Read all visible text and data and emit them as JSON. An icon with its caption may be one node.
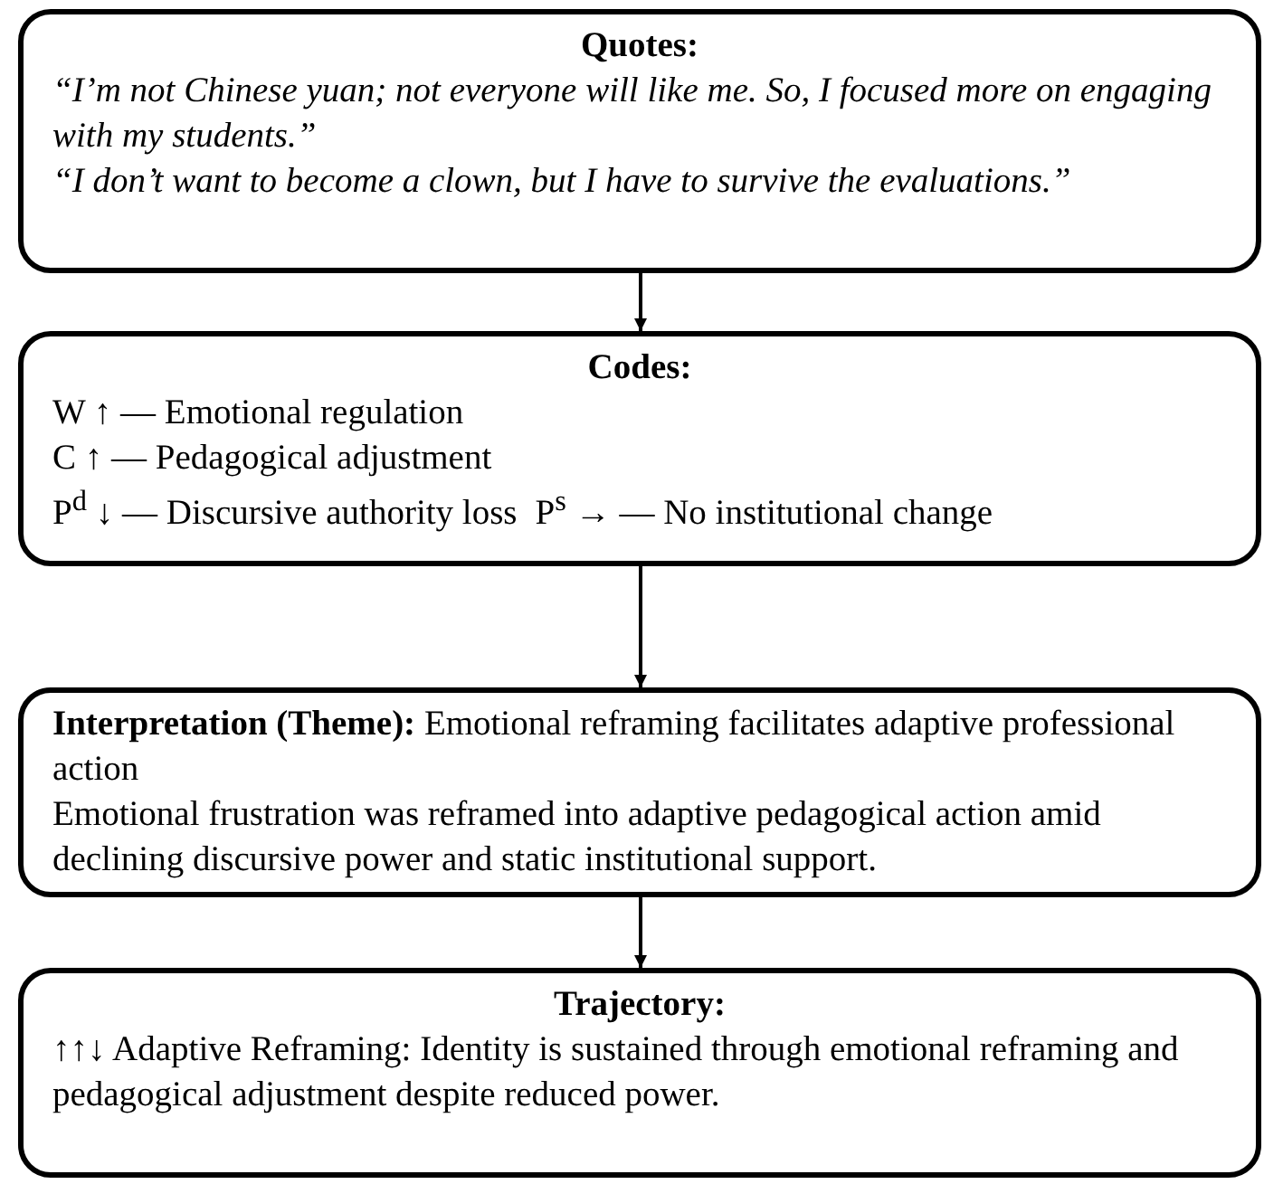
{
  "diagram": {
    "nodes": [
      {
        "text": [
          "Quotes:",
          "“I’m not Chinese yuan; not everyone will like me. So, I focused more on engaging with my students.”",
          "“I don’t want to become a clown, but I have to survive the evaluations.”"
        ]
      },
      {
        "text": [
          "Codes:",
          "W ↑ — Emotional regulation",
          "C ↑ — Pedagogical adjustment",
          "P$^{d}$ ↓ — Discursive authority loss",
          "P$^{s}$ → — No institutional change"
        ]
      },
      {
        "text": [
          "**Interpretation (Theme):**  Emotional reframing facilitates adaptive professional action",
          "Emotional frustration was reframed into adaptive pedagogical action amid declining discursive power and static institutional support."
        ]
      },
      {
        "text": [
          "Trajectory:",
          "↑↑↓ Adaptive Reframing: Identity is sustained through emotional reframing and pedagogical adjustment despite reduced power."
        ]
      }
    ],
    "edges": [
      {
        "from": 0,
        "to": 1,
        "arrow": "to"
      },
      {
        "from": 1,
        "to": 2,
        "arrow": "to"
      },
      {
        "from": 2,
        "to": 3,
        "arrow": "to"
      }
    ]
  }
}
